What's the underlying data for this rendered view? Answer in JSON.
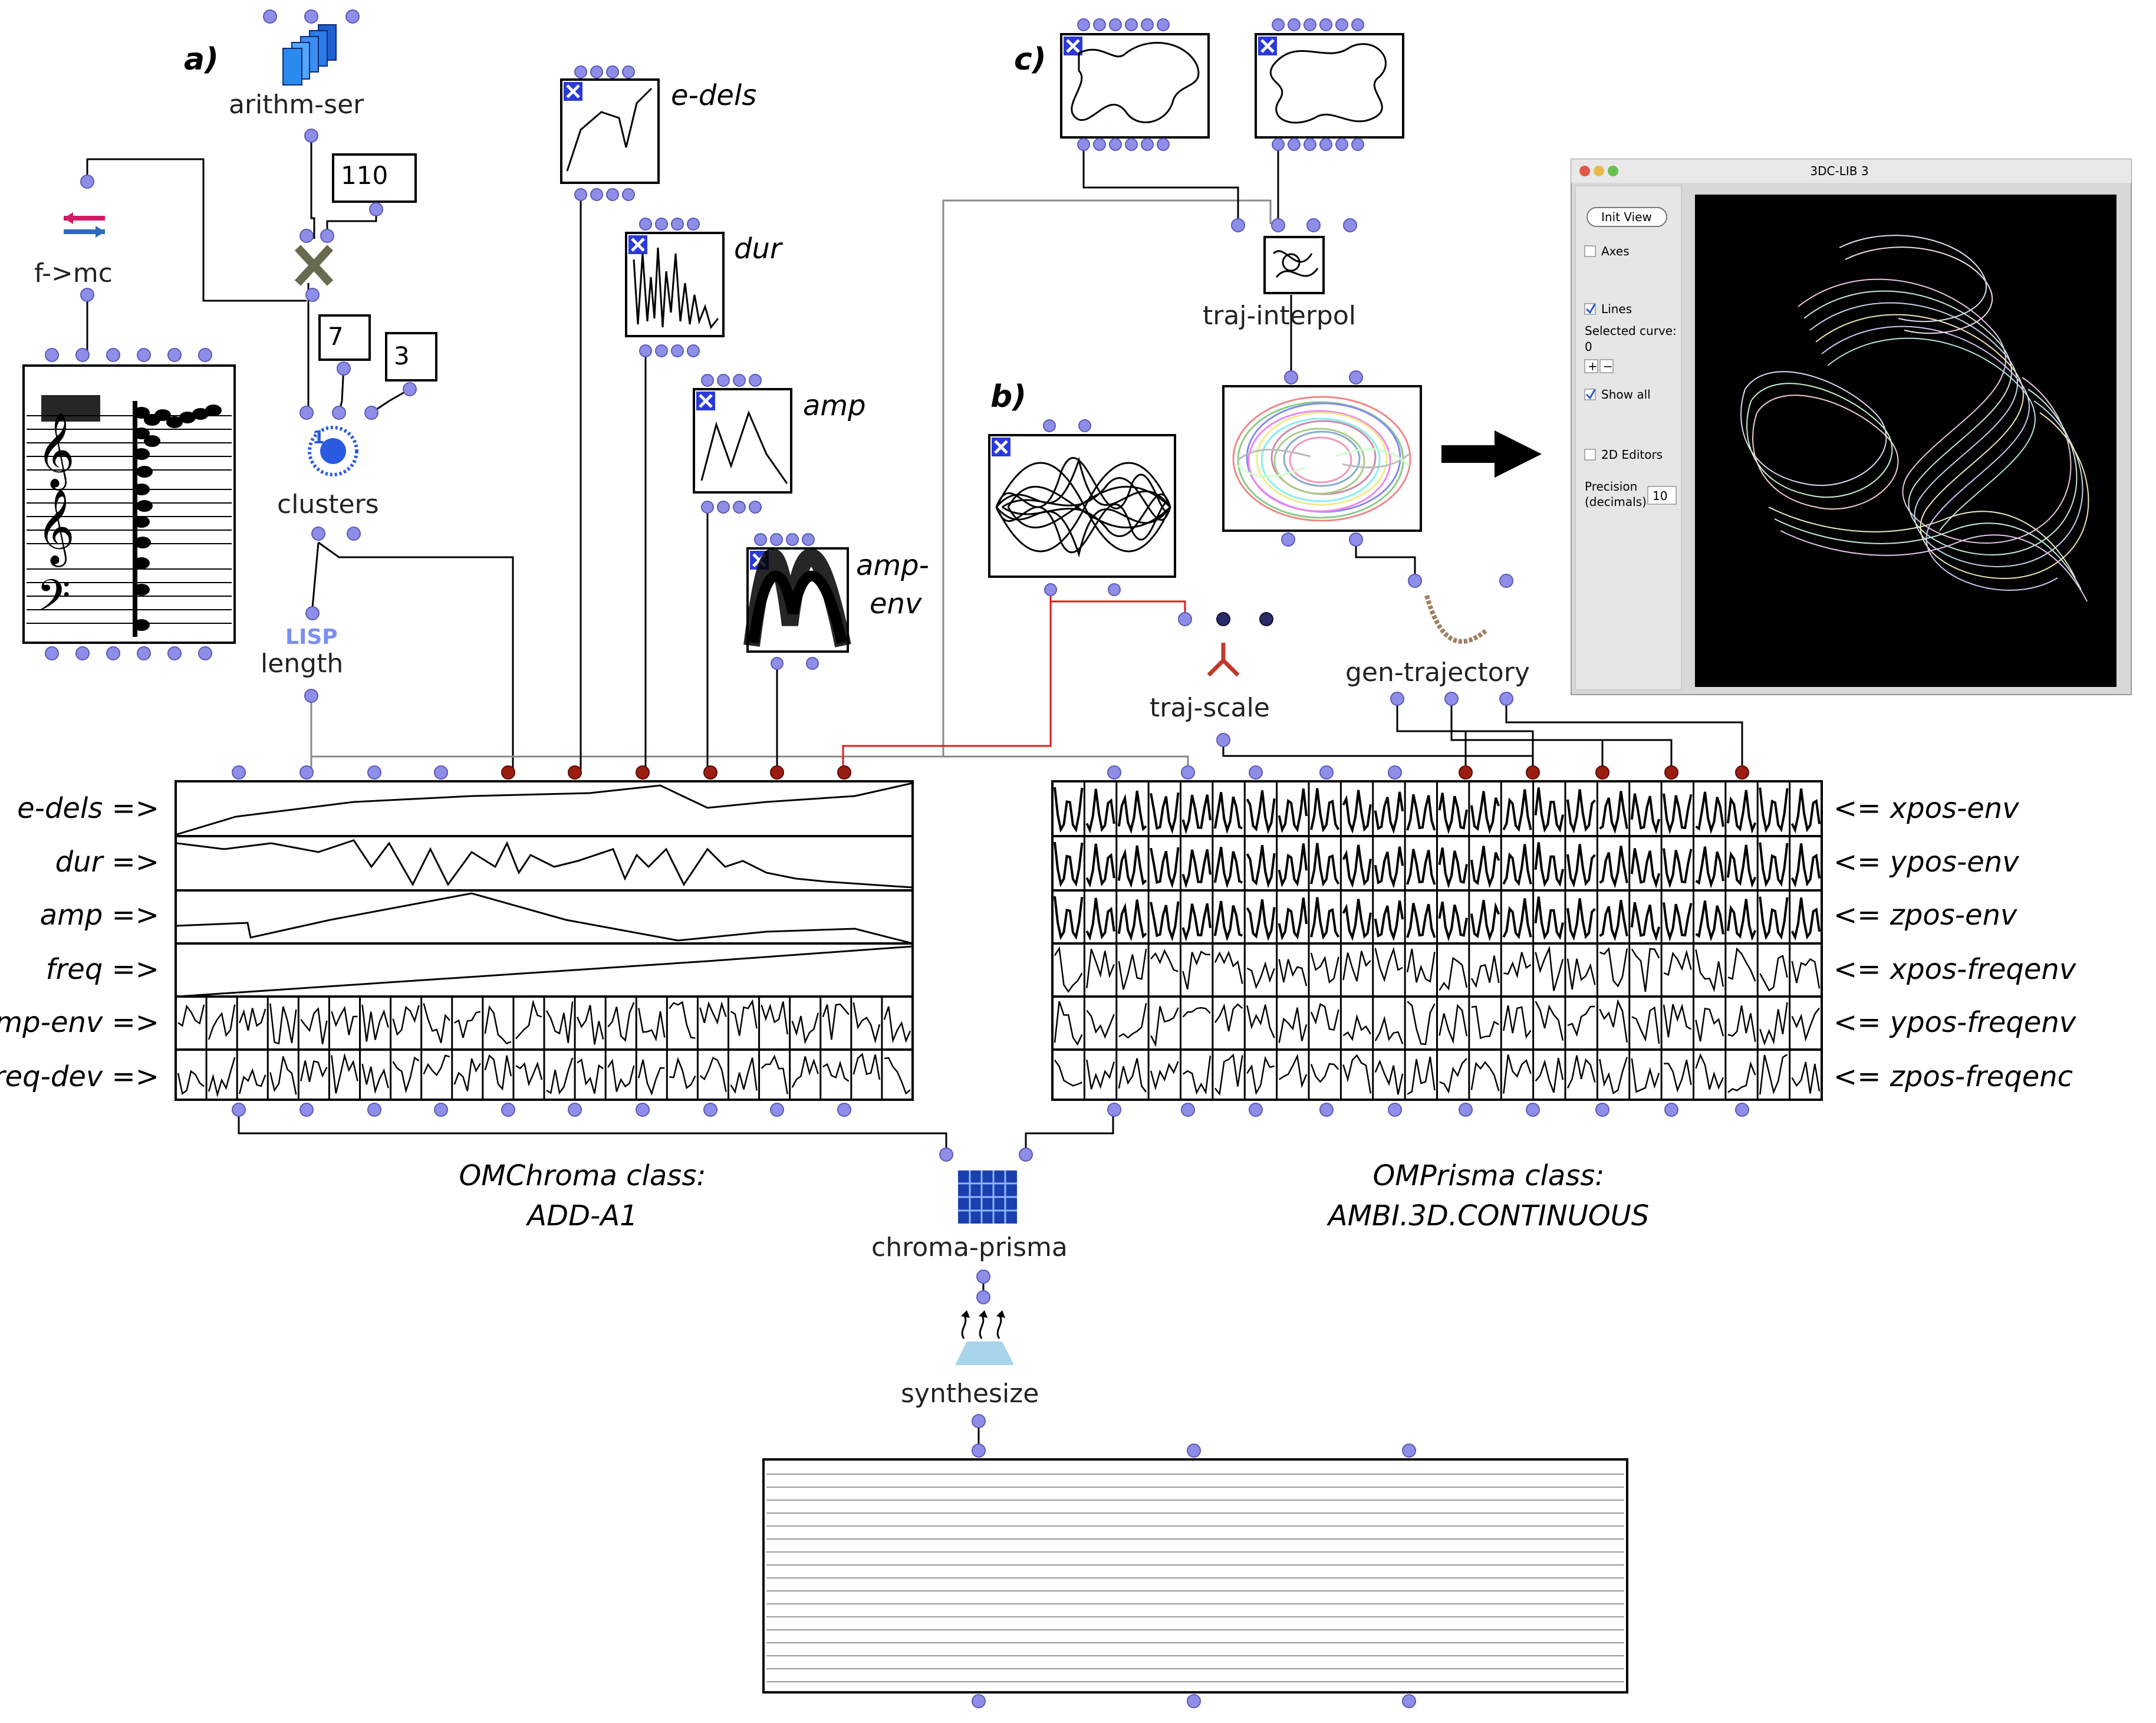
{
  "section_labels": {
    "a": "a)",
    "b": "b)",
    "c": "c)"
  },
  "boxes": {
    "arithm_ser": "arithm-ser",
    "f_mc": "f->mc",
    "clusters": "clusters",
    "length": "length",
    "lisp_badge": "LISP",
    "e_dels": "e-dels",
    "dur": "dur",
    "amp": "amp",
    "amp_env_1": "amp-",
    "amp_env_2": "env",
    "traj_interpol": "traj-interpol",
    "traj_scale": "traj-scale",
    "gen_trajectory": "gen-trajectory",
    "chroma_prisma": "chroma-prisma",
    "synthesize": "synthesize",
    "cluster_index": "1"
  },
  "numbers": {
    "n110": "110",
    "n7": "7",
    "n3": "3"
  },
  "left_rows": [
    "e-dels =>",
    "dur =>",
    "amp =>",
    "freq =>",
    "amp-env =>",
    "freq-dev =>"
  ],
  "right_rows": [
    "<= xpos-env",
    "<= ypos-env",
    "<= zpos-env",
    "<= xpos-freqenv",
    "<= ypos-freqenv",
    "<= zpos-freqenc"
  ],
  "class_labels": {
    "omchroma_1": "OMChroma class:",
    "omchroma_2": "ADD-A1",
    "omprisma_1": "OMPrisma class:",
    "omprisma_2": "AMBI.3D.CONTINUOUS"
  },
  "window": {
    "title": "3DC-LIB 3",
    "init_view": "Init View",
    "axes": "Axes",
    "axes_checked": false,
    "lines": "Lines",
    "lines_checked": true,
    "selected_curve_label": "Selected curve:",
    "selected_curve_value": "0",
    "plus": "+",
    "minus": "−",
    "show_all": "Show all",
    "show_all_checked": true,
    "editors_2d": "2D Editors",
    "editors_2d_checked": false,
    "precision_1": "Precision",
    "precision_2": "(decimals)",
    "precision_value": "10"
  },
  "colors": {
    "inlet": "#8e8ee8",
    "inlet_active": "#9b1d12",
    "red_wire": "#e01b1b",
    "editor_bg": "#000000",
    "panel_bg": "#e6e6e6"
  }
}
